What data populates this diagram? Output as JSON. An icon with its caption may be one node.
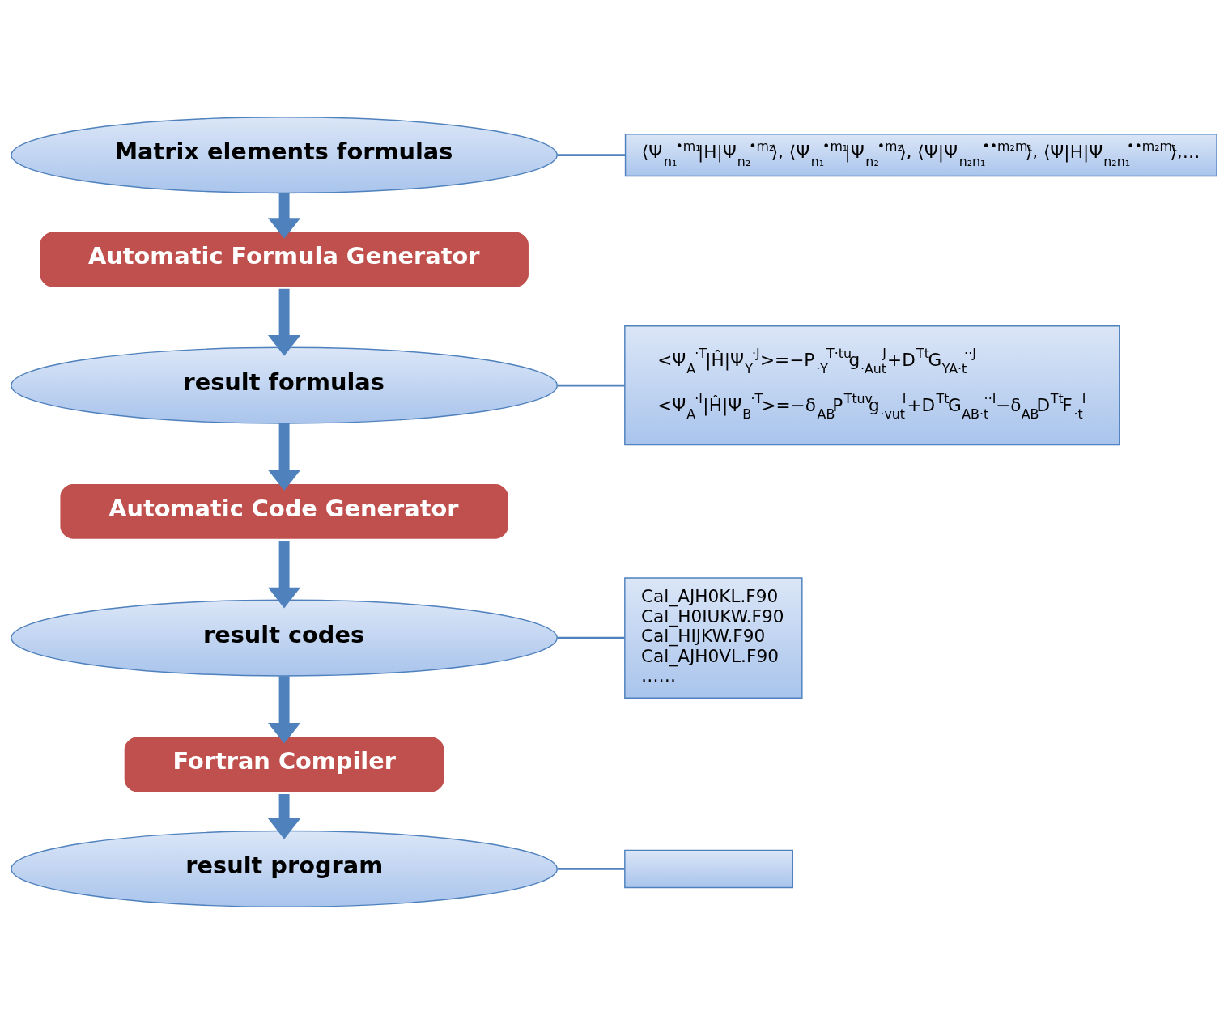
{
  "diagram": {
    "nodes": [
      {
        "text": [
          "Matrix elements formulas"
        ]
      },
      {
        "text": [
          "⟨Ψ$_{n₁}$$^{•m₁}$|H|Ψ$_{n₂}$$^{•m₂}$⟩, ⟨Ψ$_{n₁}$$^{•m₁}$|Ψ$_{n₂}$$^{•m₂}$⟩, ⟨Ψ|Ψ$_{n₂n₁}$$^{••m₂m₁}$⟩, ⟨Ψ|H|Ψ$_{n₂n₁}$$^{••m₂m₁}$⟩,…"
        ]
      },
      {
        "text": [
          "Automatic Formula Generator"
        ]
      },
      {
        "text": [
          "result formulas"
        ]
      },
      {
        "text": [
          "<Ψ$_{A}$$^{·T}$|Ĥ|Ψ$_{Y}$$^{·J}$>=−P$_{·Y}$$^{T·tu}$g$_{·Aut}$$^{J}$+D$^{Tt}$G$_{YA·t}$$^{··J}$",
          "<Ψ$_{A}$$^{·I}$|Ĥ|Ψ$_{B}$$^{·T}$>=−δ$_{AB}$P$^{Ttuv}$g$_{·vut}$$^{I}$+D$^{Tt}$G$_{AB·t}$$^{··I}$−δ$_{AB}$D$^{Tt}$F$_{·t}$$^{I}$"
        ]
      },
      {
        "text": [
          "Automatic Code Generator"
        ]
      },
      {
        "text": [
          "result codes"
        ]
      },
      {
        "text": [
          "Cal_AJH0KL.F90",
          "Cal_H0IUKW.F90",
          "Cal_HIJKW.F90",
          "Cal_AJH0VL.F90",
          "……"
        ]
      },
      {
        "text": [
          "Fortran Compiler"
        ]
      },
      {
        "text": [
          "result program"
        ]
      },
      {
        "text": [],
        "shape": "box"
      }
    ],
    "edges": [
      {
        "from": 0,
        "to": 2,
        "arrow": "to"
      },
      {
        "from": 2,
        "to": 3,
        "arrow": "to"
      },
      {
        "from": 3,
        "to": 5,
        "arrow": "to"
      },
      {
        "from": 5,
        "to": 6,
        "arrow": "to"
      },
      {
        "from": 6,
        "to": 8,
        "arrow": "to"
      },
      {
        "from": 8,
        "to": 9,
        "arrow": "to"
      },
      {
        "from": 0,
        "to": 1,
        "arrow": "none"
      },
      {
        "from": 3,
        "to": 4,
        "arrow": "none"
      },
      {
        "from": 6,
        "to": 7,
        "arrow": "none"
      },
      {
        "from": 9,
        "to": 10,
        "arrow": "none"
      }
    ]
  }
}
